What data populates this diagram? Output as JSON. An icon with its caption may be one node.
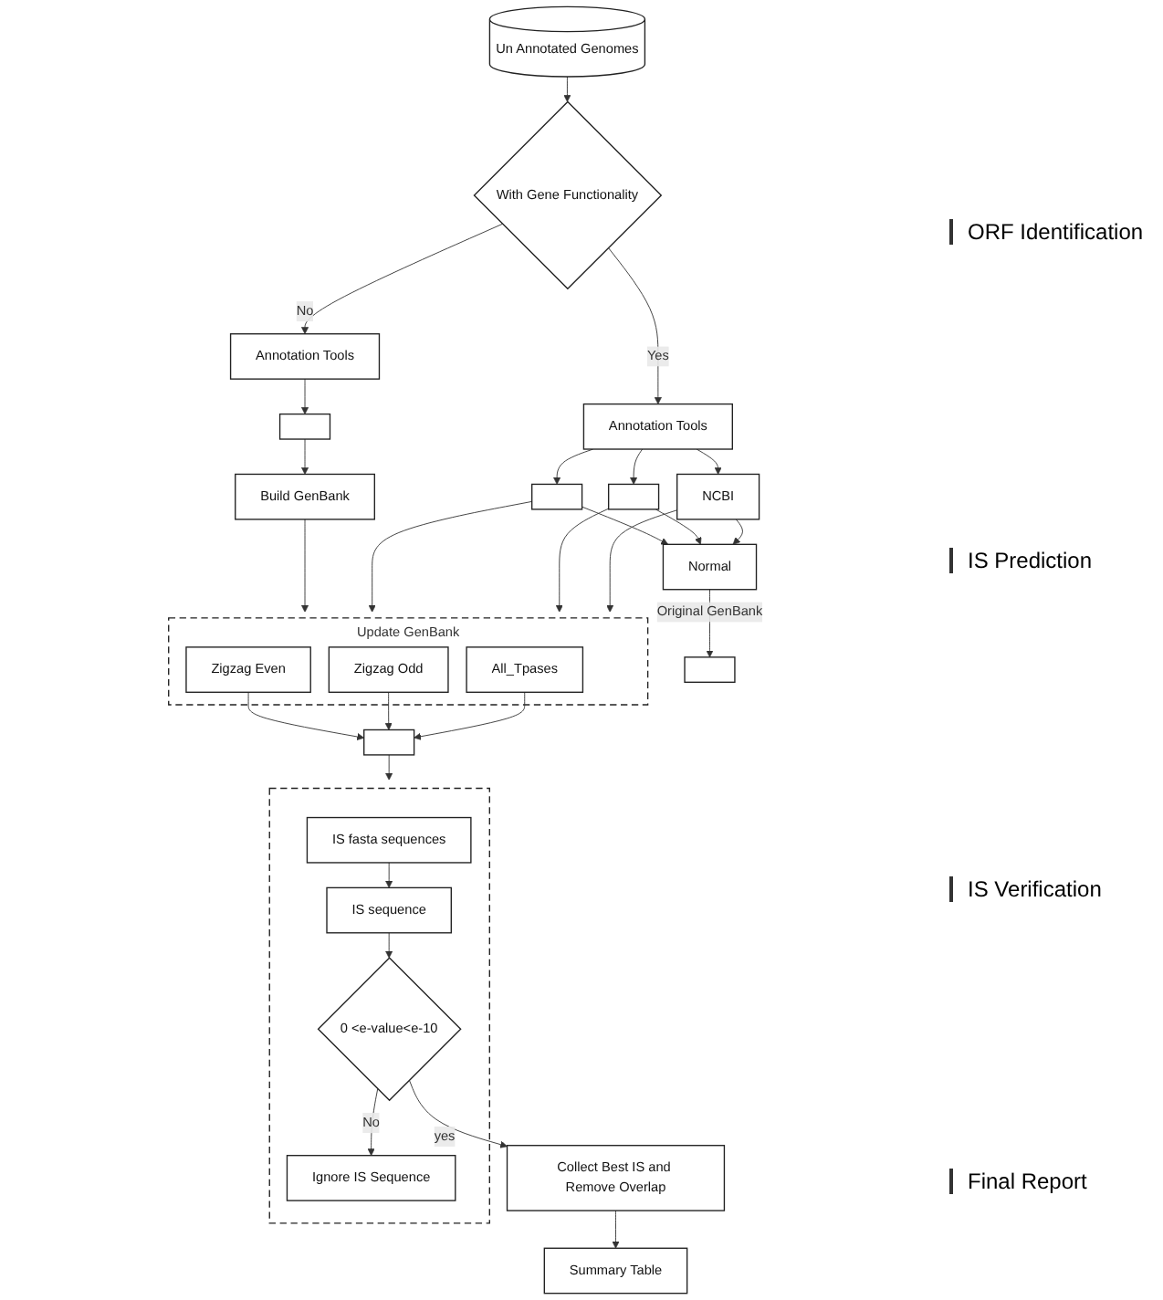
{
  "diagram": {
    "nodes": [
      {
        "text": [
          "Un Annotated Genomes"
        ]
      },
      {
        "text": [
          "With Gene Functionality"
        ]
      },
      {
        "text": [
          "Annotation Tools"
        ]
      },
      {
        "text": [
          "Annotation Tools"
        ]
      },
      {
        "text": [],
        "shape": "box"
      },
      {
        "text": [
          "Build GenBank"
        ]
      },
      {
        "text": [
          "NCBI"
        ]
      },
      {
        "text": [],
        "shape": "box"
      },
      {
        "text": [],
        "shape": "box"
      },
      {
        "text": [
          "Update GenBank"
        ]
      },
      {
        "text": [
          "All_Tpases"
        ],
        "in": 9
      },
      {
        "text": [
          "Zigzag Odd"
        ],
        "in": 9
      },
      {
        "text": [
          "Zigzag Even"
        ],
        "in": 9
      },
      {
        "text": [
          "Normal"
        ]
      },
      {
        "text": [],
        "shape": "box"
      },
      {
        "text": [],
        "shape": "box"
      },
      {
        "text": [],
        "shape": "box"
      },
      {
        "text": [
          "IS fasta sequences"
        ],
        "in": 16
      },
      {
        "text": [
          "IS sequence"
        ],
        "in": 16
      },
      {
        "text": [
          "0 <e-value<e-10"
        ],
        "in": 16
      },
      {
        "text": [
          "Ignore IS Sequence"
        ],
        "in": 16
      },
      {
        "text": [
          "Collect Best IS and Remove Overlap"
        ]
      },
      {
        "text": [
          "Summary Table"
        ]
      }
    ],
    "edges": [
      {
        "from": 0,
        "to": 1,
        "arrow": "to"
      },
      {
        "from": 1,
        "to": 2,
        "label": "No",
        "arrow": "to"
      },
      {
        "from": 1,
        "to": 3,
        "label": "Yes",
        "arrow": "to"
      },
      {
        "from": 2,
        "to": 4,
        "arrow": "to"
      },
      {
        "from": 4,
        "to": 5,
        "arrow": "to"
      },
      {
        "from": 3,
        "to": 6,
        "arrow": "to"
      },
      {
        "from": 3,
        "to": 7,
        "arrow": "to"
      },
      {
        "from": 3,
        "to": 8,
        "arrow": "to"
      },
      {
        "from": 6,
        "to": 9,
        "arrow": "to"
      },
      {
        "from": 7,
        "to": 9,
        "arrow": "to"
      },
      {
        "from": 8,
        "to": 9,
        "arrow": "to"
      },
      {
        "from": 6,
        "to": 13,
        "arrow": "to"
      },
      {
        "from": 7,
        "to": 13,
        "arrow": "to"
      },
      {
        "from": 8,
        "to": 13,
        "arrow": "to"
      },
      {
        "from": 5,
        "to": 9,
        "arrow": "to"
      },
      {
        "from": 10,
        "to": 14,
        "arrow": "to"
      },
      {
        "from": 11,
        "to": 14,
        "arrow": "to"
      },
      {
        "from": 12,
        "to": 14,
        "arrow": "to"
      },
      {
        "from": 13,
        "to": 15,
        "label": "Original GenBank",
        "arrow": "to"
      },
      {
        "from": 14,
        "to": 16,
        "arrow": "to"
      },
      {
        "from": 17,
        "to": 18,
        "arrow": "to"
      },
      {
        "from": 18,
        "to": 19,
        "arrow": "to"
      },
      {
        "from": 19,
        "to": 20,
        "label": "No",
        "arrow": "to"
      },
      {
        "from": 19,
        "to": 21,
        "label": "yes",
        "arrow": "to"
      },
      {
        "from": 21,
        "to": 22,
        "arrow": "to"
      }
    ],
    "labels": [
      "ORF Identification",
      "IS Prediction",
      "IS Verification",
      "Final Report"
    ]
  }
}
